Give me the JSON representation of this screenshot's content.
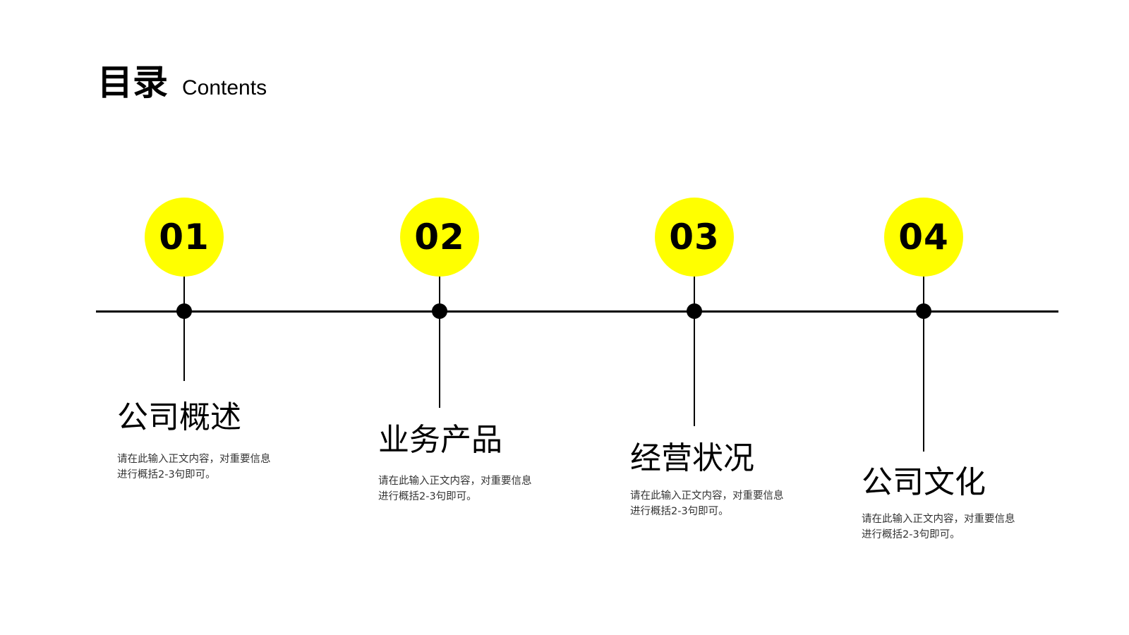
{
  "title": {
    "cn": "目录",
    "en": "Contents"
  },
  "colors": {
    "accent": "#ffff00",
    "line": "#000000"
  },
  "items": [
    {
      "number": "01",
      "title": "公司概述",
      "desc_line1": "请在此输入正文内容，对重要信息",
      "desc_line2": "进行概括2-3句即可。"
    },
    {
      "number": "02",
      "title": "业务产品",
      "desc_line1": "请在此输入正文内容，对重要信息",
      "desc_line2": "进行概括2-3句即可。"
    },
    {
      "number": "03",
      "title": "经营状况",
      "desc_line1": "请在此输入正文内容，对重要信息",
      "desc_line2": "进行概括2-3句即可。"
    },
    {
      "number": "04",
      "title": "公司文化",
      "desc_line1": "请在此输入正文内容，对重要信息",
      "desc_line2": "进行概括2-3句即可。"
    }
  ]
}
